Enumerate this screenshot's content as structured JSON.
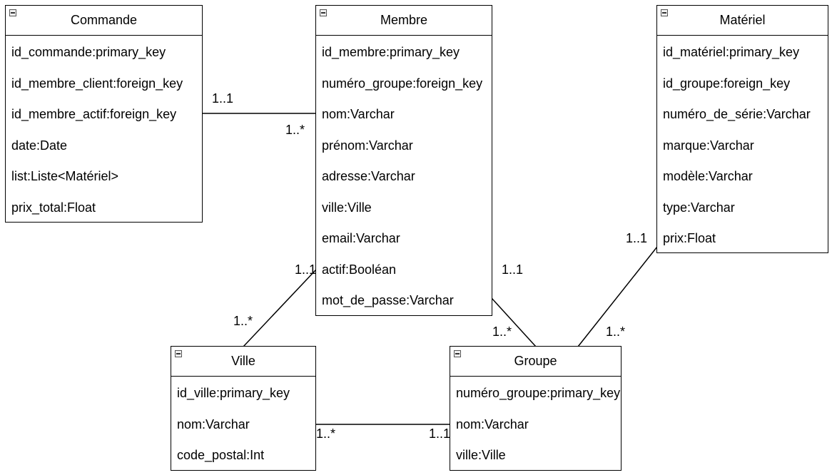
{
  "classes": {
    "commande": {
      "name": "Commande",
      "attributes": [
        "id_commande:primary_key",
        "id_membre_client:foreign_key",
        "id_membre_actif:foreign_key",
        "date:Date",
        "list:Liste<Matériel>",
        "prix_total:Float"
      ]
    },
    "membre": {
      "name": "Membre",
      "attributes": [
        "id_membre:primary_key",
        "numéro_groupe:foreign_key",
        "nom:Varchar",
        "prénom:Varchar",
        "adresse:Varchar",
        "ville:Ville",
        "email:Varchar",
        "actif:Booléan",
        "mot_de_passe:Varchar"
      ]
    },
    "materiel": {
      "name": "Matériel",
      "attributes": [
        "id_matériel:primary_key",
        "id_groupe:foreign_key",
        "numéro_de_série:Varchar",
        "marque:Varchar",
        "modèle:Varchar",
        "type:Varchar",
        "prix:Float"
      ]
    },
    "ville": {
      "name": "Ville",
      "attributes": [
        "id_ville:primary_key",
        "nom:Varchar",
        "code_postal:Int"
      ]
    },
    "groupe": {
      "name": "Groupe",
      "attributes": [
        "numéro_groupe:primary_key",
        "nom:Varchar",
        "ville:Ville"
      ]
    }
  },
  "multiplicities": {
    "commande_membre_a": "1..1",
    "commande_membre_b": "1..*",
    "membre_ville_a": "1..1",
    "membre_ville_b": "1..*",
    "membre_groupe_a": "1..1",
    "membre_groupe_b": "1..*",
    "materiel_groupe_a": "1..1",
    "materiel_groupe_b": "1..*",
    "ville_groupe_a": "1..*",
    "ville_groupe_b": "1..1"
  }
}
